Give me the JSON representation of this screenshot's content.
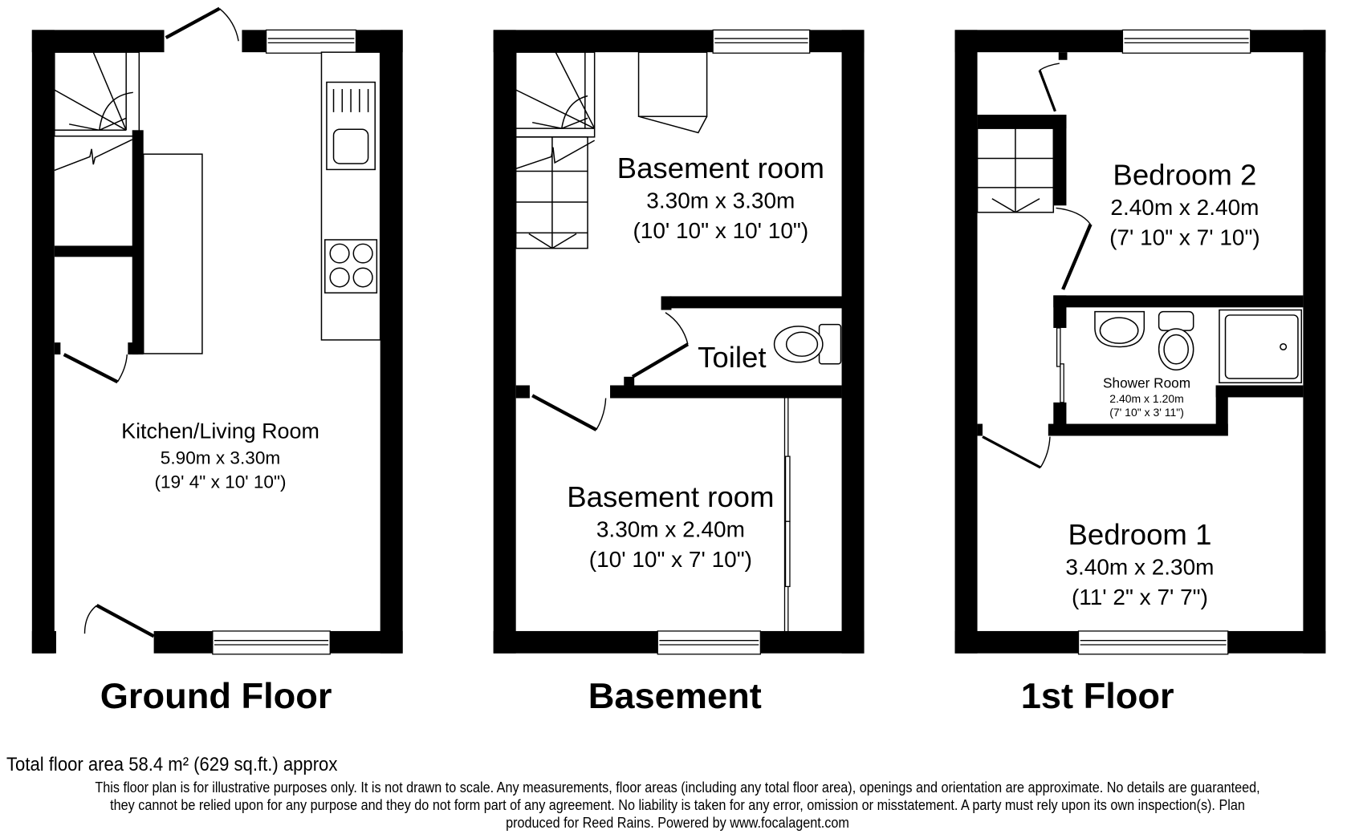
{
  "floors": [
    {
      "id": "ground",
      "label": "Ground Floor",
      "rooms": [
        {
          "name": "Kitchen/Living Room",
          "metric": "5.90m x 3.30m",
          "imperial": "(19' 4\" x 10' 10\")"
        }
      ],
      "fixtures": [
        "staircase",
        "sink",
        "hob",
        "kitchen-counter",
        "island-unit",
        "front-door",
        "back-door",
        "cupboard-door",
        "window-top",
        "window-bottom"
      ]
    },
    {
      "id": "basement",
      "label": "Basement",
      "rooms": [
        {
          "name": "Basement room",
          "metric": "3.30m x 3.30m",
          "imperial": "(10' 10\" x 10' 10\")"
        },
        {
          "name": "Toilet",
          "metric": "",
          "imperial": ""
        },
        {
          "name": "Basement room",
          "metric": "3.30m x 2.40m",
          "imperial": "(10' 10\" x 7' 10\")"
        }
      ],
      "fixtures": [
        "staircase",
        "wc",
        "sliding-wardrobe",
        "window-top",
        "window-bottom"
      ]
    },
    {
      "id": "first",
      "label": "1st Floor",
      "rooms": [
        {
          "name": "Bedroom 2",
          "metric": "2.40m x 2.40m",
          "imperial": "(7' 10\" x 7' 10\")"
        },
        {
          "name": "Shower Room",
          "metric": "2.40m x 1.20m",
          "imperial": "(7' 10\" x 3' 11\")"
        },
        {
          "name": "Bedroom 1",
          "metric": "3.40m x 2.30m",
          "imperial": "(11' 2\" x 7' 7\")"
        }
      ],
      "fixtures": [
        "staircase",
        "basin",
        "wc",
        "shower-tray",
        "window-top",
        "window-bottom"
      ]
    }
  ],
  "footer": {
    "total_area": "Total floor area 58.4 m² (629 sq.ft.) approx",
    "disclaimer_lines": [
      "This floor plan is for illustrative purposes only. It is not drawn to scale. Any measurements, floor areas (including any total floor area), openings and orientation are approximate. No details are guaranteed,",
      "they cannot be relied upon for any purpose and they do not form part of any agreement. No liability is taken for any error, omission or misstatement. A party must rely upon its own inspection(s). Plan",
      "produced for Reed Rains. Powered by www.focalagent.com"
    ]
  },
  "colors": {
    "wall": "#000000",
    "background": "#ffffff",
    "line": "#000000"
  }
}
